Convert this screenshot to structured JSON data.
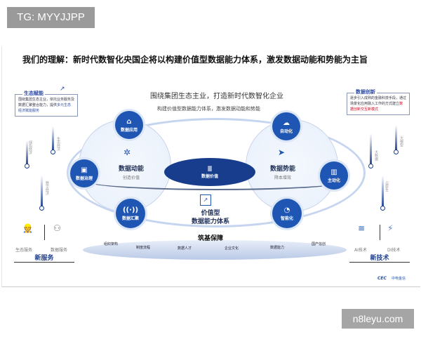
{
  "watermark": "TG: MYYJJPP",
  "site": "n8leyu.com",
  "slide": {
    "title": "我们的理解：新时代数智化央国企将以构建价值型数据能力体系，激发数据动能和势能为主旨",
    "subtitle": "围绕集团生态主业，打造新时代数智化企业",
    "subtitle2": "构建价值型数据能力体系，激发数据动能和势能",
    "left_box": {
      "title": "生态赋能",
      "text_a": "围绕集团生态主业，依托业务服务及数据汇聚整合能力，提供",
      "text_b": "多元生态经济赋能服务"
    },
    "right_box": {
      "title": "数据创新",
      "text_a": "逐步引入成熟的金融科技手段，通过场景化应用融入工作的方式建立",
      "text_b": "数据创新交互新模式"
    },
    "left_pins": [
      "绿色经济",
      "生态经济",
      "数字经济"
    ],
    "right_pins": [
      "大数据",
      "大模型",
      "云原生"
    ],
    "left_circle": {
      "title": "数据动能",
      "sub": "创造价值",
      "nodes": [
        "数据应用",
        "数据治理",
        "数据汇聚"
      ]
    },
    "right_circle": {
      "title": "数据势能",
      "sub": "降本增效",
      "nodes": [
        "自动化",
        "主动化",
        "智能化"
      ]
    },
    "center": "数据价值",
    "core": {
      "line1": "价值型",
      "line2": "数据能力体系"
    },
    "foundation": {
      "title": "筑基保障",
      "items": [
        "组织架构",
        "制度流程",
        "数据人才",
        "企业文化",
        "数据能力",
        "国产信创"
      ]
    },
    "new_service": {
      "title": "新服务",
      "items": [
        "生态服务",
        "数据服务"
      ]
    },
    "new_tech": {
      "title": "新技术",
      "items": [
        "AI技术",
        "DI技术"
      ]
    },
    "logos": [
      "CEC",
      "中电金信"
    ],
    "colors": {
      "primary": "#1f56b3",
      "highlight": "#d0021b"
    }
  }
}
